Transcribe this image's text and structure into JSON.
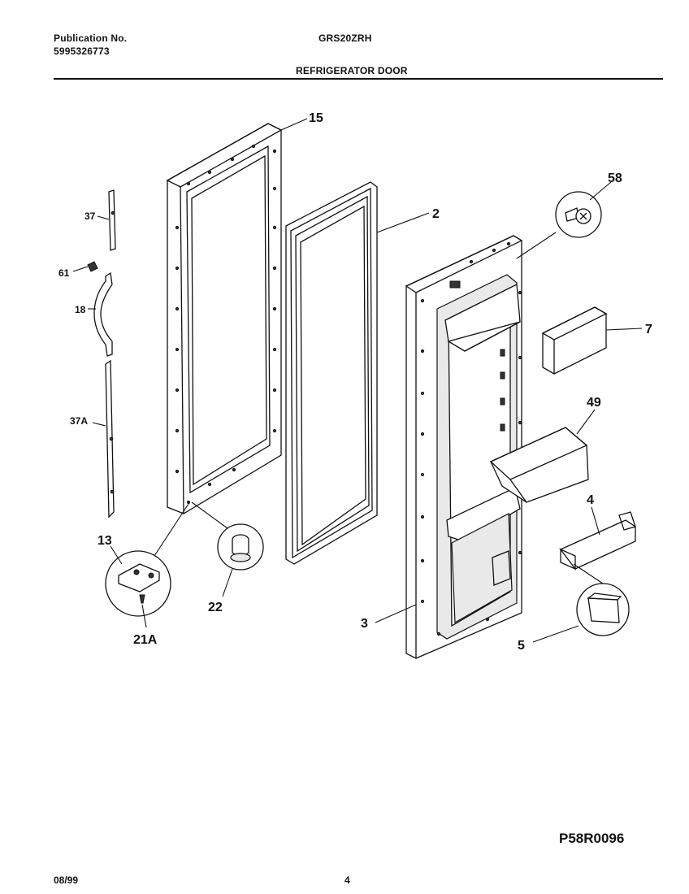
{
  "header": {
    "publication_label": "Publication No.",
    "publication_number": "5995326773",
    "model": "GRS20ZRH",
    "section_title": "REFRIGERATOR DOOR"
  },
  "callouts": {
    "c15": "15",
    "c2": "2",
    "c58": "58",
    "c7": "7",
    "c49": "49",
    "c4": "4",
    "c3": "3",
    "c5": "5",
    "c37": "37",
    "c61": "61",
    "c18": "18",
    "c37a": "37A",
    "c13": "13",
    "c22": "22",
    "c21a": "21A"
  },
  "figure_id": "P58R0096",
  "footer": {
    "date": "08/99",
    "page": "4"
  }
}
